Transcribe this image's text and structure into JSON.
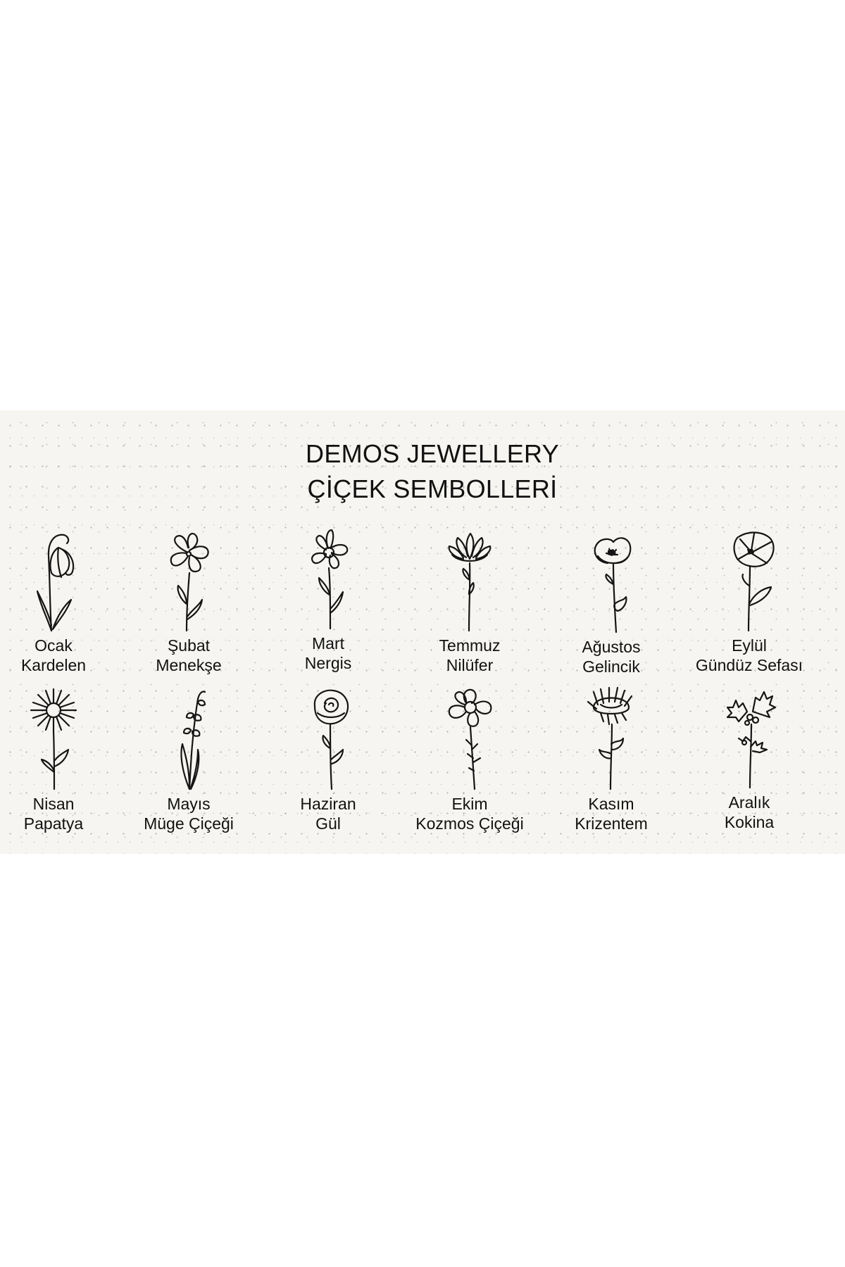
{
  "title": {
    "line1": "DEMOS JEWELLERY",
    "line2": "ÇİÇEK SEMBOLLERİ"
  },
  "flowers": [
    {
      "month": "Ocak",
      "name": "Kardelen",
      "icon": "snowdrop-icon"
    },
    {
      "month": "Şubat",
      "name": "Menekşe",
      "icon": "violet-icon"
    },
    {
      "month": "Mart",
      "name": "Nergis",
      "icon": "daffodil-icon"
    },
    {
      "month": "Temmuz",
      "name": "Nilüfer",
      "icon": "water-lily-icon"
    },
    {
      "month": "Ağustos",
      "name": "Gelincik",
      "icon": "poppy-icon"
    },
    {
      "month": "Eylül",
      "name": "Gündüz Sefası",
      "icon": "morning-glory-icon"
    },
    {
      "month": "Nisan",
      "name": "Papatya",
      "icon": "daisy-icon"
    },
    {
      "month": "Mayıs",
      "name": "Müge Çiçeği",
      "icon": "lily-of-the-valley-icon"
    },
    {
      "month": "Haziran",
      "name": "Gül",
      "icon": "rose-icon"
    },
    {
      "month": "Ekim",
      "name": "Kozmos Çiçeği",
      "icon": "cosmos-icon"
    },
    {
      "month": "Kasım",
      "name": "Krizentem",
      "icon": "chrysanthemum-icon"
    },
    {
      "month": "Aralık",
      "name": "Kokina",
      "icon": "holly-icon"
    }
  ]
}
